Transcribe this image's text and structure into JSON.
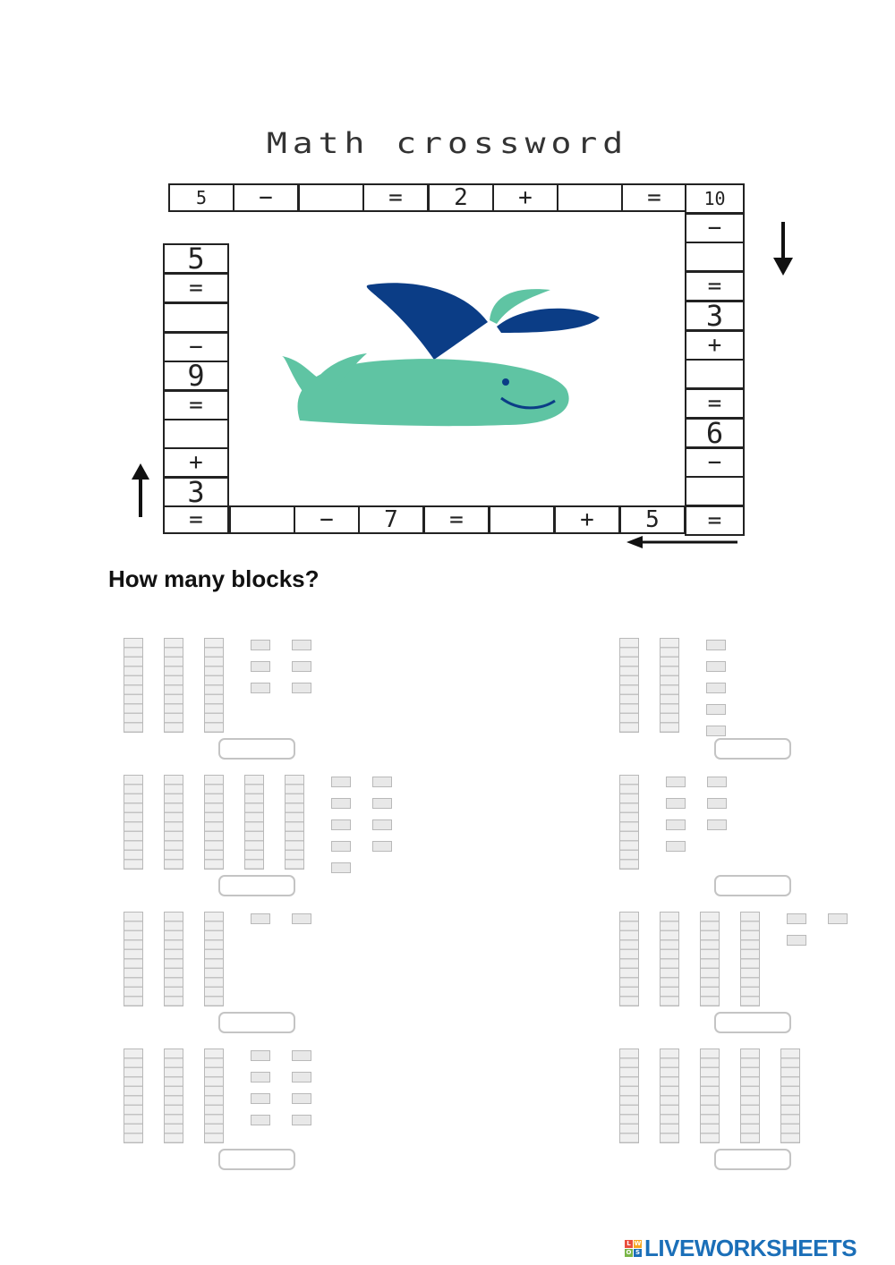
{
  "title": "Math crossword",
  "heading": "How many blocks?",
  "crossword": {
    "top": [
      "5",
      "−",
      "",
      "=",
      "2",
      "+",
      "",
      "="
    ],
    "right": [
      "10",
      "−",
      "",
      "=",
      "3",
      "+",
      "",
      "=",
      "6",
      "−",
      "",
      "="
    ],
    "bottom": [
      "=",
      "",
      "−",
      "7",
      "=",
      "",
      "+",
      "5"
    ],
    "left": [
      "5",
      "=",
      "",
      "−",
      "9",
      "=",
      "",
      "+",
      "3"
    ]
  },
  "arrows": {
    "down": "down-arrow",
    "left": "left-arrow",
    "up": "up-arrow"
  },
  "colors": {
    "whale_body": "#5fc4a3",
    "whale_spout_dark": "#0b3d86",
    "whale_spout_light": "#5fc4a3",
    "logo_blue": "#1b6fb8"
  },
  "blocks": [
    {
      "tens": 3,
      "unit_columns": [
        3,
        3
      ]
    },
    {
      "tens": 2,
      "unit_columns": [
        5
      ]
    },
    {
      "tens": 5,
      "unit_columns": [
        5,
        4
      ]
    },
    {
      "tens": 1,
      "unit_columns": [
        4,
        3
      ]
    },
    {
      "tens": 3,
      "unit_columns": [
        1,
        1
      ]
    },
    {
      "tens": 4,
      "unit_columns": [
        2,
        1
      ]
    },
    {
      "tens": 3,
      "unit_columns": [
        4,
        4
      ]
    },
    {
      "tens": 5,
      "unit_columns": []
    }
  ],
  "answers": [
    "",
    "",
    "",
    "",
    "",
    "",
    "",
    ""
  ],
  "logo": {
    "text": "LIVEWORKSHEETS",
    "mark_letters": [
      "L",
      "W",
      "O",
      "S"
    ]
  }
}
